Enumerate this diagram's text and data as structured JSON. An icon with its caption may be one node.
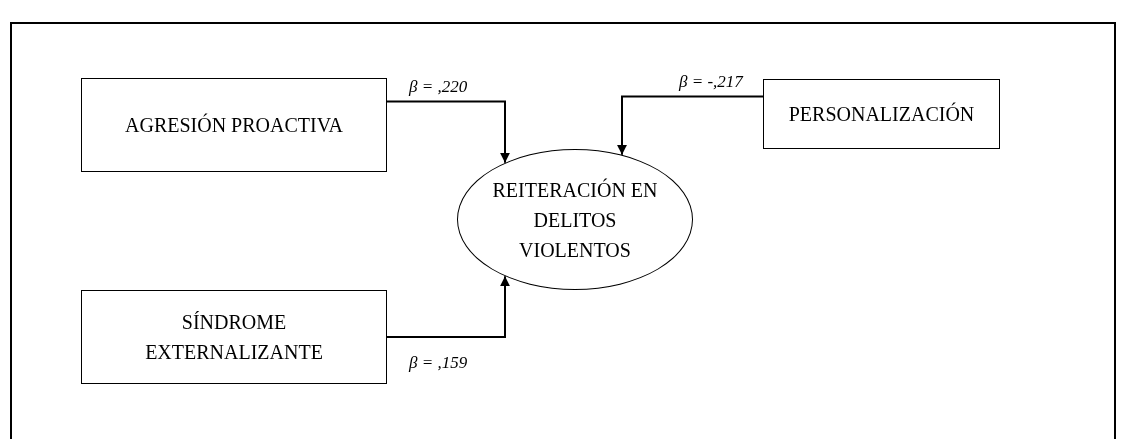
{
  "diagram": {
    "nodes": [
      {
        "text": [
          "AGRESIÓN PROACTIVA"
        ]
      },
      {
        "text": [
          "PERSONALIZACIÓN"
        ]
      },
      {
        "text": [
          "REITERACIÓN EN DELITOS VIOLENTOS"
        ]
      },
      {
        "text": [
          "SÍNDROME EXTERNALIZANTE"
        ]
      }
    ],
    "edges": [
      {
        "from": 0,
        "to": 2,
        "arrow": "to",
        "label": "β = ,220"
      },
      {
        "from": 1,
        "to": 2,
        "arrow": "to",
        "label": "β = -,217"
      },
      {
        "from": 3,
        "to": 2,
        "arrow": "to",
        "label": "β = ,159"
      }
    ]
  }
}
